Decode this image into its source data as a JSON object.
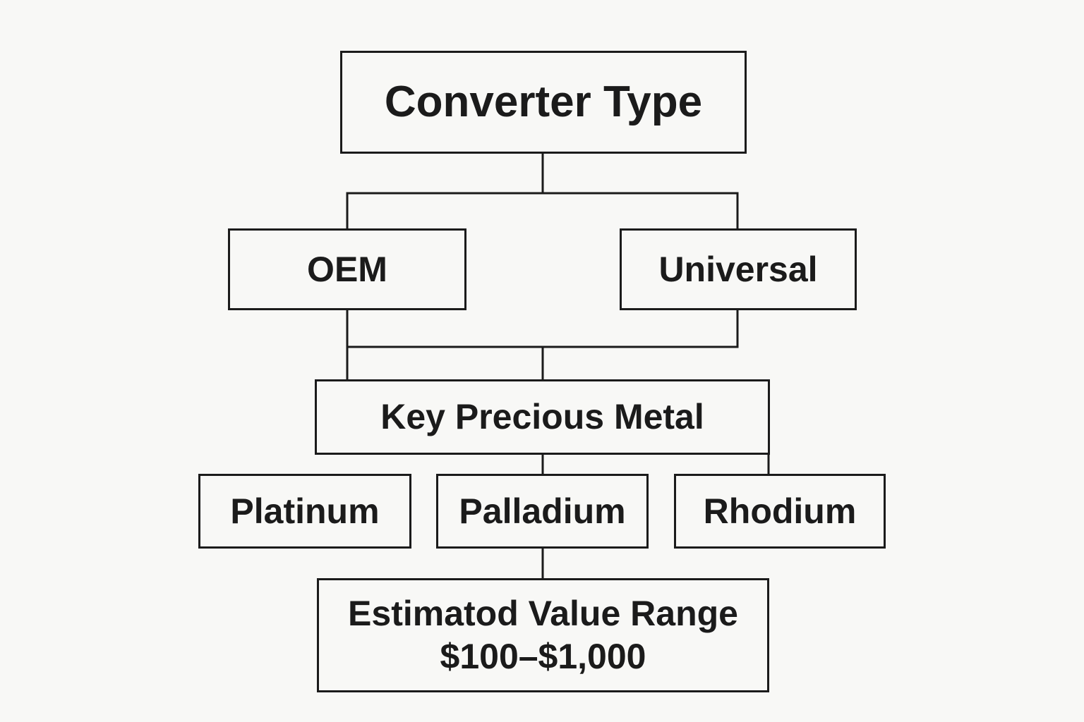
{
  "colors": {
    "background": "#f8f8f6",
    "stroke": "#1b1b1b",
    "text": "#1b1b1b"
  },
  "nodes": {
    "converter_type": "Converter Type",
    "oem": "OEM",
    "universal": "Universal",
    "key_metal": "Key Precious Metal",
    "platinum": "Platinum",
    "palladium": "Palladium",
    "rhodium": "Rhodium",
    "value_line1": "Estimatod Value Range",
    "value_line2": "$100–$1,000"
  }
}
